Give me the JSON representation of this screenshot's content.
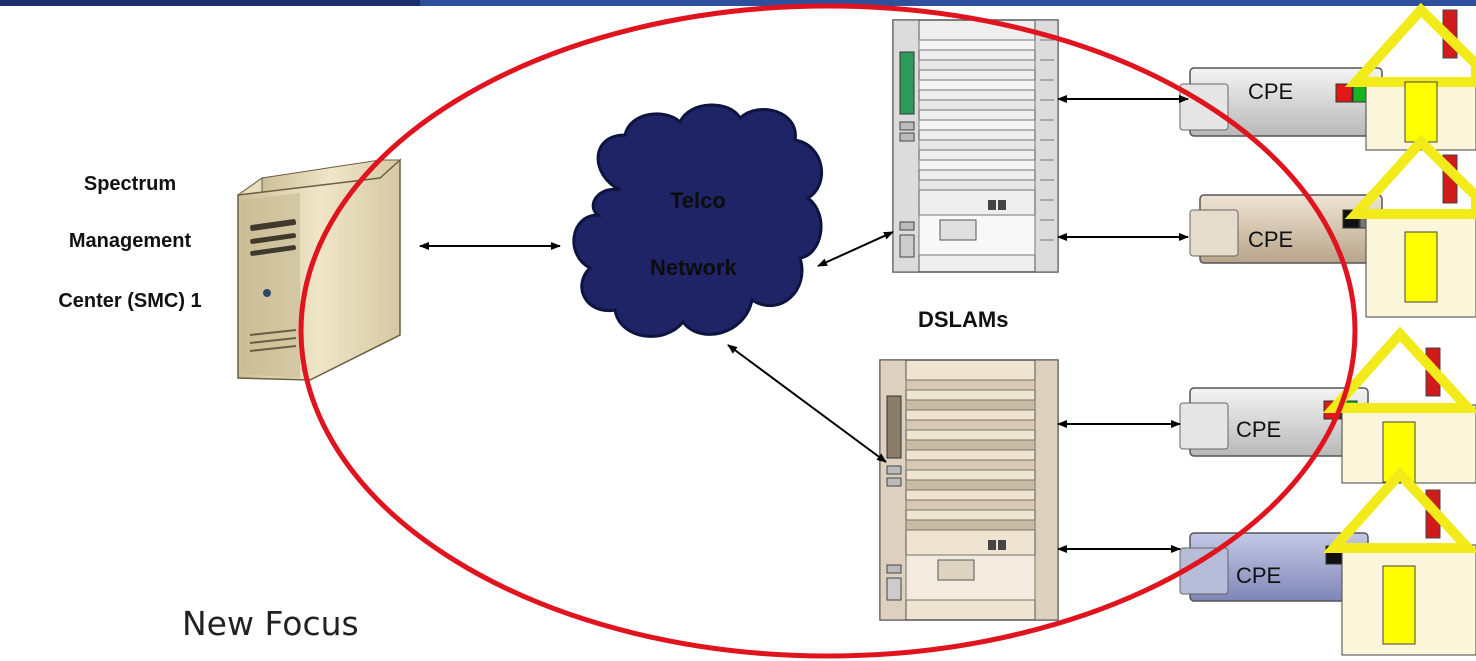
{
  "smc": {
    "line1": "Spectrum",
    "line2": "Management",
    "line3": "Center (SMC) 1"
  },
  "cloud": {
    "line1": "Telco",
    "line2": "Network",
    "color": "#1f2466"
  },
  "dslam_label": "DSLAMs",
  "cpe": [
    "CPE",
    "CPE",
    "CPE",
    "CPE"
  ],
  "focus_label": "New Focus",
  "colors": {
    "ellipse": "#e0141e",
    "house_roof": "#f3ea1a",
    "house_body": "#fbf6d9",
    "door": "#ffff00",
    "chimney": "#d11a1a"
  }
}
